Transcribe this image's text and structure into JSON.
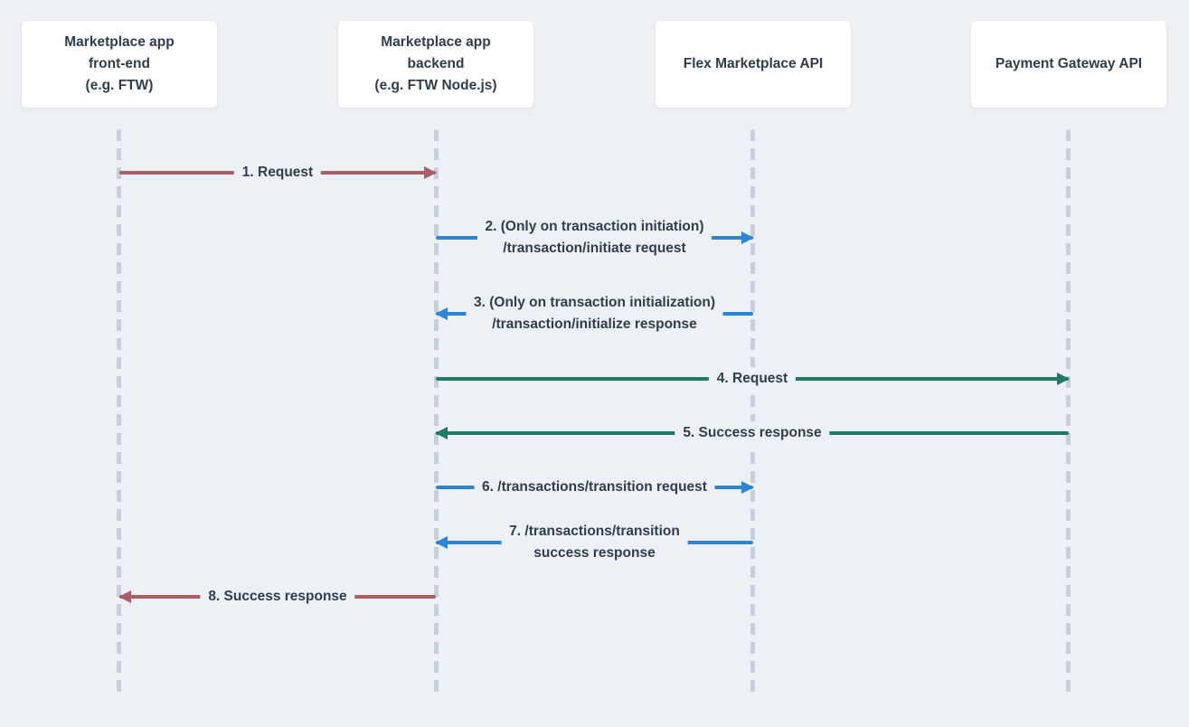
{
  "diagram": {
    "type": "sequence",
    "participants": [
      {
        "name": "Marketplace app front-end (e.g. FTW)",
        "lines": [
          "Marketplace app",
          "front-end",
          "(e.g. FTW)"
        ]
      },
      {
        "name": "Marketplace app backend (e.g. FTW Node.js)",
        "lines": [
          "Marketplace app",
          "backend",
          "(e.g. FTW Node.js)"
        ]
      },
      {
        "name": "Flex Marketplace API",
        "lines": [
          "Flex Marketplace API"
        ]
      },
      {
        "name": "Payment Gateway API",
        "lines": [
          "Payment Gateway API"
        ]
      }
    ],
    "messages": [
      {
        "step": 1,
        "from": "Marketplace app front-end",
        "to": "Marketplace app backend",
        "direction": "right",
        "color": "#a95e63",
        "label_lines": [
          "1. Request"
        ]
      },
      {
        "step": 2,
        "from": "Marketplace app backend",
        "to": "Flex Marketplace API",
        "direction": "right",
        "color": "#2d85d8",
        "label_lines": [
          "2. (Only on transaction initiation)",
          "/transaction/initiate request"
        ]
      },
      {
        "step": 3,
        "from": "Flex Marketplace API",
        "to": "Marketplace app backend",
        "direction": "left",
        "color": "#2d85d8",
        "label_lines": [
          "3. (Only on transaction initialization)",
          "/transaction/initialize response"
        ]
      },
      {
        "step": 4,
        "from": "Marketplace app backend",
        "to": "Payment Gateway API",
        "direction": "right",
        "color": "#217a66",
        "label_lines": [
          "4. Request"
        ]
      },
      {
        "step": 5,
        "from": "Payment Gateway API",
        "to": "Marketplace app backend",
        "direction": "left",
        "color": "#217a66",
        "label_lines": [
          "5. Success response"
        ]
      },
      {
        "step": 6,
        "from": "Marketplace app backend",
        "to": "Flex Marketplace API",
        "direction": "right",
        "color": "#2d85d8",
        "label_lines": [
          "6. /transactions/transition request"
        ]
      },
      {
        "step": 7,
        "from": "Flex Marketplace API",
        "to": "Marketplace app backend",
        "direction": "left",
        "color": "#2d85d8",
        "label_lines": [
          "7. /transactions/transition",
          "success response"
        ]
      },
      {
        "step": 8,
        "from": "Marketplace app backend",
        "to": "Marketplace app front-end",
        "direction": "left",
        "color": "#a95e63",
        "label_lines": [
          "8. Success response"
        ]
      }
    ]
  },
  "colors": {
    "background": "#edf1f5",
    "participant_box": "#ffffff",
    "text": "#2f3e4c",
    "lifeline": "#c7d0d9",
    "frontend_arrow": "#a95e63",
    "flex_api_arrow": "#2d85d8",
    "payment_api_arrow": "#217a66"
  }
}
